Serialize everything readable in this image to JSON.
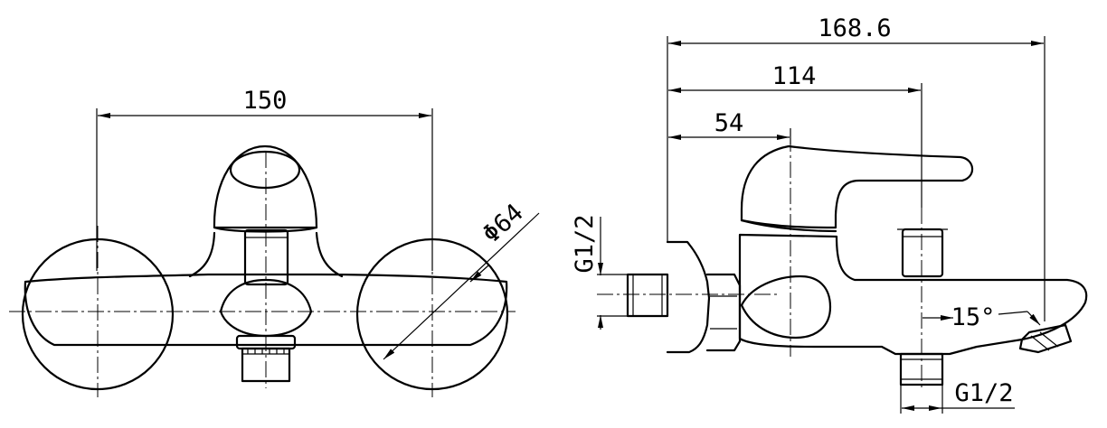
{
  "front_view": {
    "width_label": "150",
    "diameter_label": "Φ64"
  },
  "side_view": {
    "overall_label": "168.6",
    "mid_label": "114",
    "inner_label": "54",
    "inlet_thread_label": "G1/2",
    "outlet_thread_label": "G1/2",
    "angle_label": "15°"
  }
}
